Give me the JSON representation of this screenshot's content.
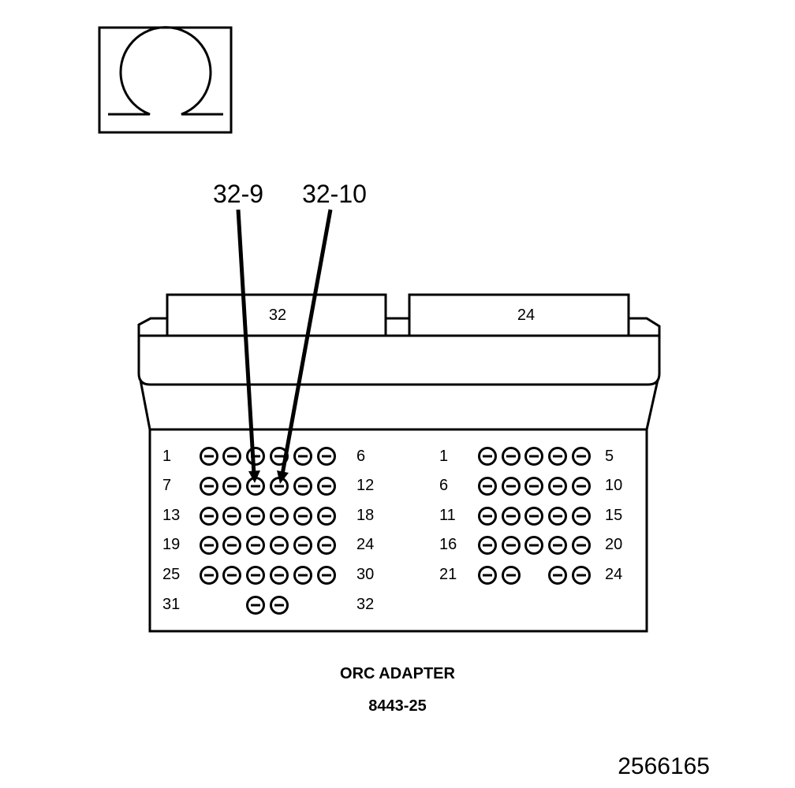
{
  "symbol": {
    "icon": "ohm-icon"
  },
  "callouts": [
    {
      "label": "32-9",
      "connector": "32",
      "pin": 9
    },
    {
      "label": "32-10",
      "connector": "32",
      "pin": 10
    }
  ],
  "connectors": [
    {
      "label": "32",
      "rows": [
        {
          "start": "1",
          "end": "6"
        },
        {
          "start": "7",
          "end": "12"
        },
        {
          "start": "13",
          "end": "18"
        },
        {
          "start": "19",
          "end": "24"
        },
        {
          "start": "25",
          "end": "30"
        },
        {
          "start": "31",
          "end": "32"
        }
      ]
    },
    {
      "label": "24",
      "rows": [
        {
          "start": "1",
          "end": "5"
        },
        {
          "start": "6",
          "end": "10"
        },
        {
          "start": "11",
          "end": "15"
        },
        {
          "start": "16",
          "end": "20"
        },
        {
          "start": "21",
          "end": "24"
        }
      ]
    }
  ],
  "caption": {
    "title": "ORC ADAPTER",
    "part_number": "8443-25"
  },
  "figure_number": "2566165"
}
